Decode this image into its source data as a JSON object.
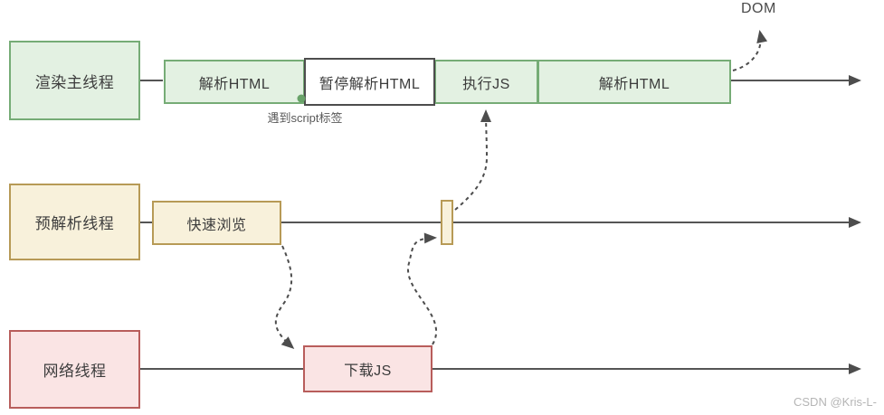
{
  "diagram": {
    "title_hint": "browser parsing / rendering threads timeline",
    "lanes": [
      {
        "title": "渲染主线程",
        "segments": [
          "解析HTML",
          "暂停解析HTML",
          "执行JS",
          "解析HTML"
        ]
      },
      {
        "title": "预解析线程",
        "segments": [
          "快速浏览"
        ]
      },
      {
        "title": "网络线程",
        "segments": [
          "下载JS"
        ]
      }
    ],
    "annotations": {
      "dom_label": "DOM",
      "script_tag_note": "遇到script标签"
    },
    "flows": [
      {
        "from": "解析HTML(渲染主线程)",
        "to": "DOM",
        "style": "dashed-arrow"
      },
      {
        "from": "快速浏览",
        "to": "下载JS",
        "style": "dashed-arrow"
      },
      {
        "from": "下载JS",
        "to": "预解析线程时间线",
        "style": "dashed-arrow"
      },
      {
        "from": "预解析线程时间线",
        "to": "执行JS",
        "style": "dashed-arrow"
      }
    ],
    "colors": {
      "lane_green_fill": "#e3f1e2",
      "lane_green_border": "#76ac76",
      "lane_tan_fill": "#f8f1db",
      "lane_tan_border": "#b79a56",
      "lane_pink_fill": "#fae4e4",
      "lane_pink_border": "#b85d5b",
      "pause_border": "#4d4d4d",
      "timeline_line": "#555555",
      "dashed_arrow": "#4d4d4d",
      "script_dot": "#69a369"
    }
  },
  "watermark": {
    "text": "CSDN @Kris-L-"
  }
}
